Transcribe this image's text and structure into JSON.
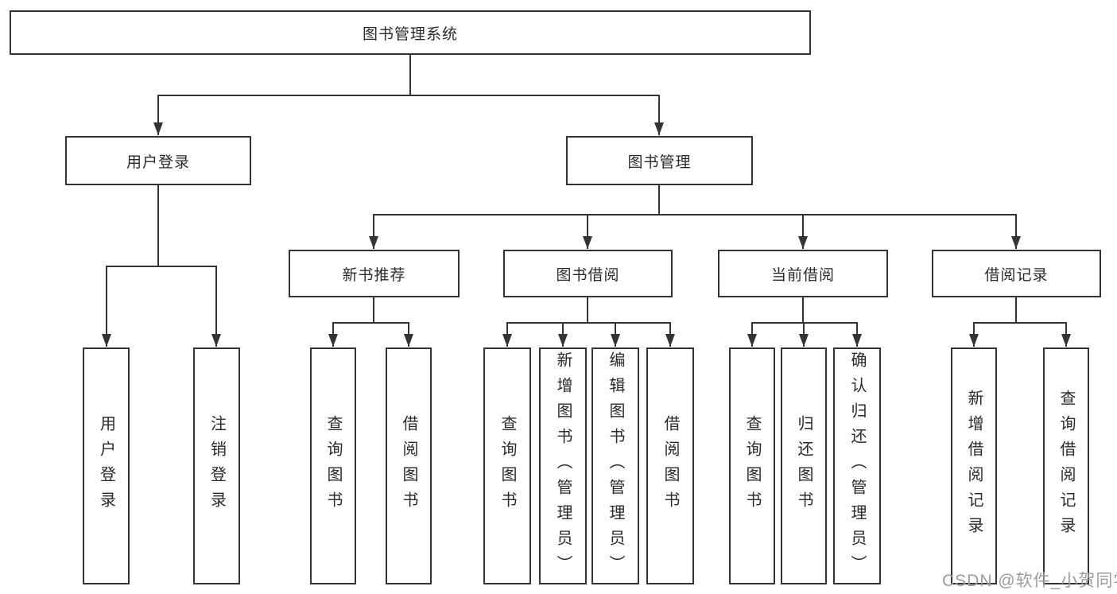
{
  "colors": {
    "line": "#333333",
    "box_border": "#333333",
    "text": "#2a2a2a",
    "background": "#ffffff",
    "watermark": "#9c9c9c"
  },
  "chart": {
    "root": "图书管理系统",
    "user_login": {
      "label": "用户登录",
      "leaves": [
        "用户登录",
        "注销登录"
      ]
    },
    "book_mgmt": {
      "label": "图书管理",
      "sections": [
        {
          "label": "新书推荐",
          "leaves": [
            "查询图书",
            "借阅图书"
          ]
        },
        {
          "label": "图书借阅",
          "leaves": [
            "查询图书",
            "新增图书（管理员）",
            "编辑图书（管理员）",
            "借阅图书"
          ]
        },
        {
          "label": "当前借阅",
          "leaves": [
            "查询图书",
            "归还图书",
            "确认归还（管理员）"
          ]
        },
        {
          "label": "借阅记录",
          "leaves": [
            "新增借阅记录",
            "查询借阅记录"
          ]
        }
      ]
    }
  },
  "watermark": {
    "text": "CSDN @软件_小贺同学"
  }
}
